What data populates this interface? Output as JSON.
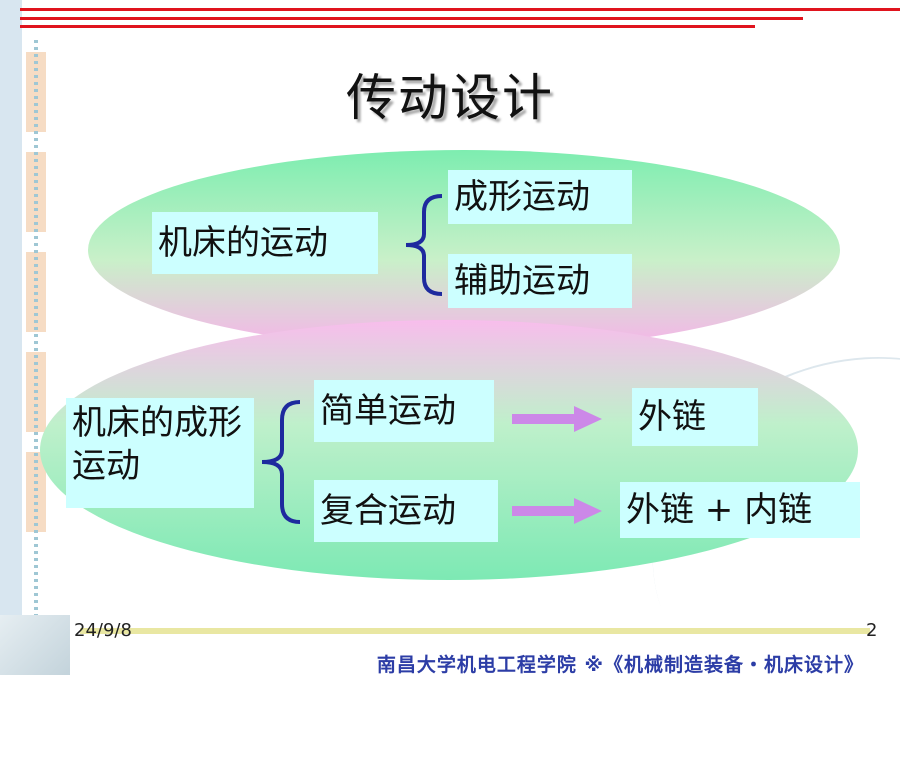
{
  "slide": {
    "title": "传动设计",
    "top_group": {
      "left": "机床的运动",
      "items": [
        "成形运动",
        "辅助运动"
      ]
    },
    "bottom_group": {
      "left": "机床的成形运动",
      "items": [
        "简单运动",
        "复合运动"
      ],
      "results": [
        "外链",
        "外链 + 内链"
      ]
    },
    "date": "24/9/8",
    "page_number": "2",
    "footer": "南昌大学机电工程学院 ※《机械制造装备・机床设计》"
  },
  "colors": {
    "accent_line": "#e0141e",
    "box_fill": "#ccffff",
    "arrow": "#cc88e8",
    "footer_text": "#2c3da6"
  },
  "icons": [
    "brace-icon",
    "arrow-right-icon"
  ]
}
